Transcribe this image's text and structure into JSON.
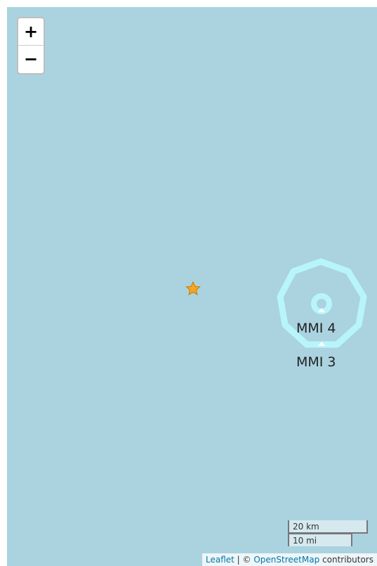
{
  "map": {
    "background_color": "#aad3df"
  },
  "zoom": {
    "zoom_in_label": "+",
    "zoom_out_label": "−"
  },
  "contours": [
    {
      "label": "MMI 4",
      "color": "#b8f5fb"
    },
    {
      "label": "MMI 3",
      "color": "#b8f5fb"
    }
  ],
  "epicenter": {
    "icon": "star-icon",
    "color": "#f5a623"
  },
  "scale": {
    "metric_label": "20 km",
    "imperial_label": "10 mi"
  },
  "attribution": {
    "leaflet_link": "Leaflet",
    "separator": " | © ",
    "osm_link": "OpenStreetMap",
    "suffix": " contributors"
  }
}
